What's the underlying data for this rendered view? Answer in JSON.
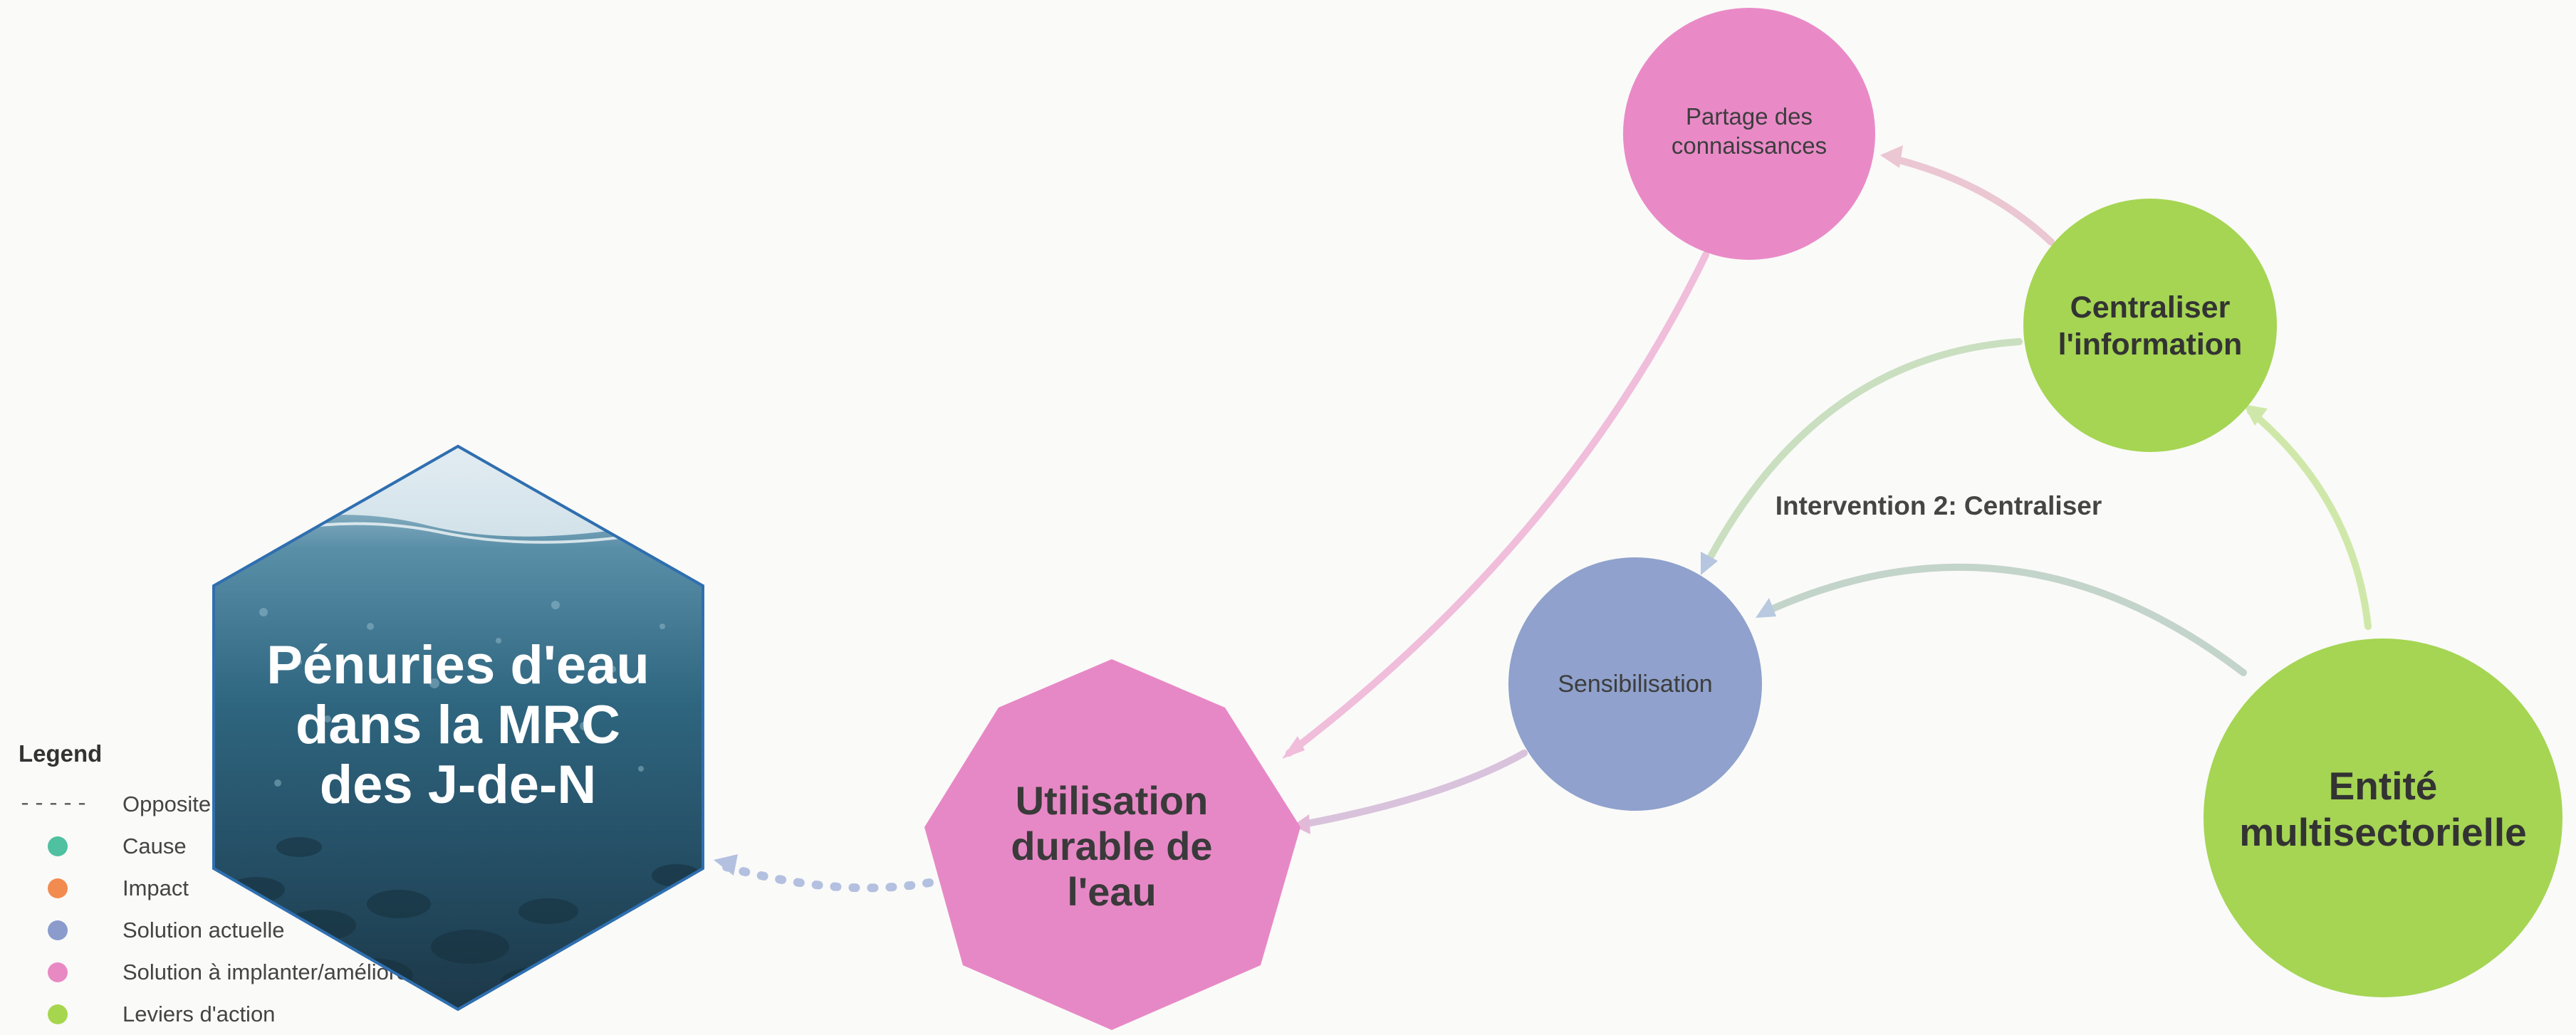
{
  "diagram": {
    "nodes": {
      "penuries": {
        "lines": [
          "Pénuries d'eau",
          "dans la MRC",
          "des J-de-N"
        ],
        "shape": "hexagon",
        "fill": "#3f7ea8",
        "border": "#2f6fb0",
        "text_color": "#ffffff"
      },
      "utilisation": {
        "lines": [
          "Utilisation",
          "durable de",
          "l'eau"
        ],
        "shape": "octagon",
        "fill": "#e788c6",
        "text_color": "#3a3a3a"
      },
      "partage": {
        "lines": [
          "Partage des",
          "connaissances"
        ],
        "shape": "circle",
        "fill": "#e98ac7",
        "text_color": "#3d3d3d"
      },
      "centraliser": {
        "lines": [
          "Centraliser",
          "l'information"
        ],
        "shape": "circle",
        "fill": "#a5d553",
        "text_color": "#333333"
      },
      "sensibilisation": {
        "lines": [
          "Sensibilisation"
        ],
        "shape": "circle",
        "fill": "#8fa1cc",
        "text_color": "#3d3d3d"
      },
      "entite": {
        "lines": [
          "Entité",
          "multisectorielle"
        ],
        "shape": "circle",
        "fill": "#a5d553",
        "text_color": "#333333"
      }
    },
    "edges": [
      {
        "from": "partage",
        "to": "utilisation",
        "style": "solid",
        "color": "#f0bddb"
      },
      {
        "from": "centraliser",
        "to": "partage",
        "style": "solid",
        "color": "#ebc6d3"
      },
      {
        "from": "centraliser",
        "to": "sensibilisation",
        "style": "solid",
        "color": "#c9dfc0"
      },
      {
        "from": "entite",
        "to": "centraliser",
        "style": "solid",
        "color": "#cfe8a9"
      },
      {
        "from": "entite",
        "to": "sensibilisation",
        "style": "solid",
        "color": "#c3d4cb"
      },
      {
        "from": "sensibilisation",
        "to": "utilisation",
        "style": "solid",
        "color": "#d9c2dc"
      },
      {
        "from": "utilisation",
        "to": "penuries",
        "style": "dotted",
        "color": "#b3c0e0"
      }
    ],
    "annotation": "Intervention 2: Centraliser"
  },
  "legend": {
    "title": "Legend",
    "items": [
      {
        "label": "Opposite",
        "symbol": "dashed",
        "color": "#555555"
      },
      {
        "label": "Cause",
        "symbol": "dot",
        "color": "#4fc0a0"
      },
      {
        "label": "Impact",
        "symbol": "dot",
        "color": "#f28b50"
      },
      {
        "label": "Solution actuelle",
        "symbol": "dot",
        "color": "#8a9bcc"
      },
      {
        "label": "Solution à implanter/améliorer",
        "symbol": "dot",
        "color": "#e889c4"
      },
      {
        "label": "Leviers d'action",
        "symbol": "dot",
        "color": "#a6d64e"
      }
    ]
  }
}
